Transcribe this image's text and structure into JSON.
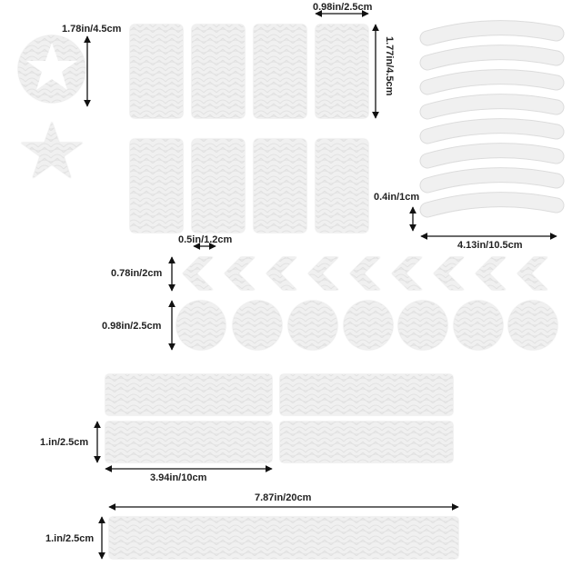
{
  "colors": {
    "background": "#ffffff",
    "sticker_fill": "#f0f0f0",
    "sticker_edge": "#dcdcdc",
    "pattern_line": "#e2e2e2",
    "dimension_line": "#111111",
    "label_text": "#222222"
  },
  "dimensions": {
    "star_height": "1.78in/4.5cm",
    "rect_width": "0.98in/2.5cm",
    "rect_height": "1.77in/4.5cm",
    "arc_thickness": "0.4in/1cm",
    "arc_length": "4.13in/10.5cm",
    "chevron_width": "0.5in/1.2cm",
    "chevron_height": "0.78in/2cm",
    "circle_diameter": "0.98in/2.5cm",
    "strip_height": "1.in/2.5cm",
    "strip_length": "3.94in/10cm",
    "long_strip_length": "7.87in/20cm",
    "long_strip_height": "1.in/2.5cm"
  },
  "stickers": {
    "stars": 2,
    "rectangles": 8,
    "arcs": 8,
    "chevrons": 9,
    "circles": 7,
    "medium_strips": 4,
    "long_strips": 1
  }
}
